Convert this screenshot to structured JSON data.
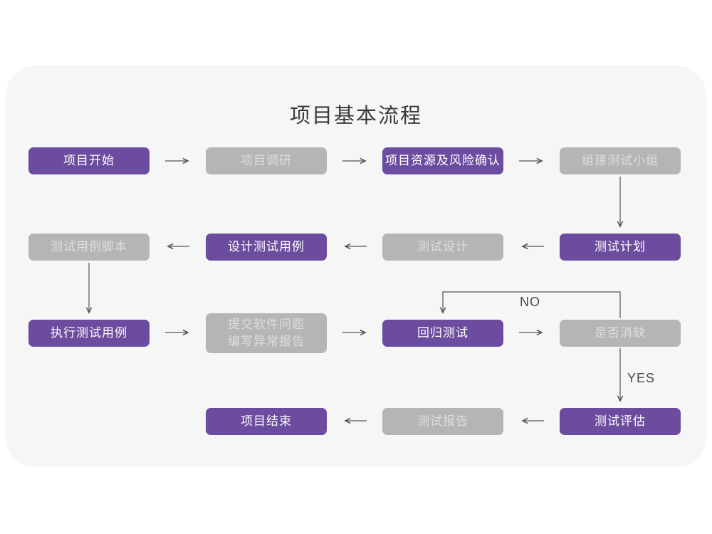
{
  "title": "项目基本流程",
  "edge_labels": {
    "no": "NO",
    "yes": "YES"
  },
  "nodes": [
    {
      "label": "项目开始",
      "type": "primary"
    },
    {
      "label": "项目调研",
      "type": "secondary"
    },
    {
      "label": "项目资源及风险确认",
      "type": "primary"
    },
    {
      "label": "组建测试小组",
      "type": "secondary"
    },
    {
      "label": "测试计划",
      "type": "primary"
    },
    {
      "label": "测试设计",
      "type": "secondary"
    },
    {
      "label": "设计测试用例",
      "type": "primary"
    },
    {
      "label": "测试用例脚本",
      "type": "secondary"
    },
    {
      "label": "执行测试用例",
      "type": "primary"
    },
    {
      "label": "提交软件问题 编写异常报告",
      "lines": [
        "提交软件问题",
        "编写异常报告"
      ],
      "type": "secondary"
    },
    {
      "label": "回归测试",
      "type": "primary"
    },
    {
      "label": "是否消缺",
      "type": "secondary"
    },
    {
      "label": "测试评估",
      "type": "primary"
    },
    {
      "label": "测试报告",
      "type": "secondary"
    },
    {
      "label": "项目结束",
      "type": "primary"
    }
  ],
  "colors": {
    "primary_node": "#6b4c9e",
    "secondary_node": "#b5b5b5",
    "card_background": "#f6f6f7",
    "arrow": "#555555"
  }
}
